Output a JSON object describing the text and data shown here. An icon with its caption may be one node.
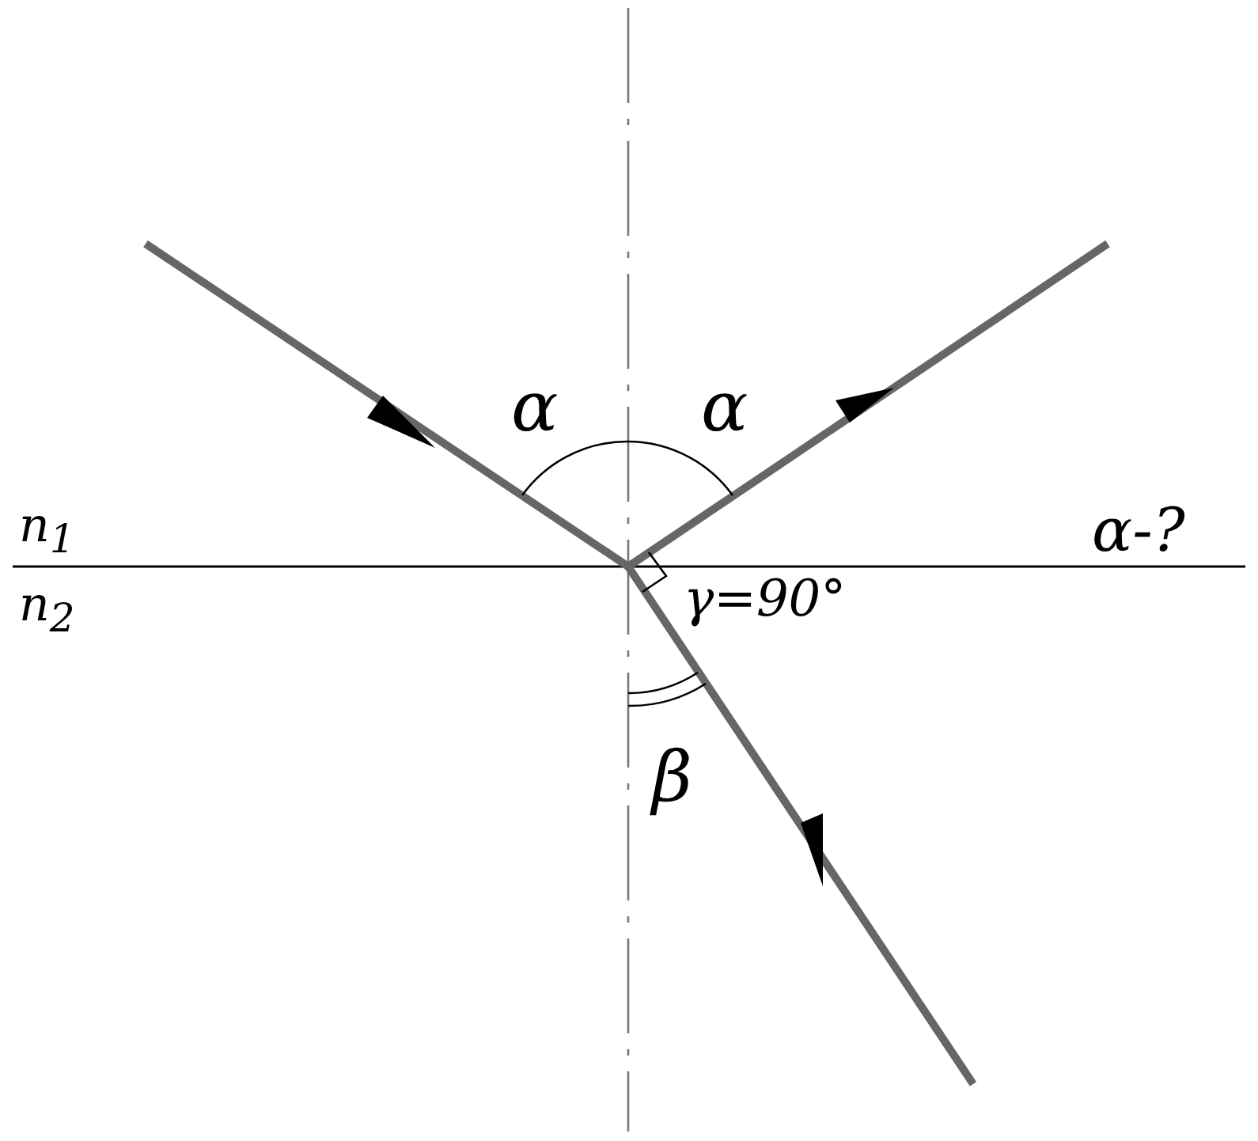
{
  "diagram": {
    "labels": [
      "α",
      "α",
      "n$_{1}$",
      "α-?",
      "n$_{2}$",
      "γ=90°",
      "β"
    ]
  }
}
